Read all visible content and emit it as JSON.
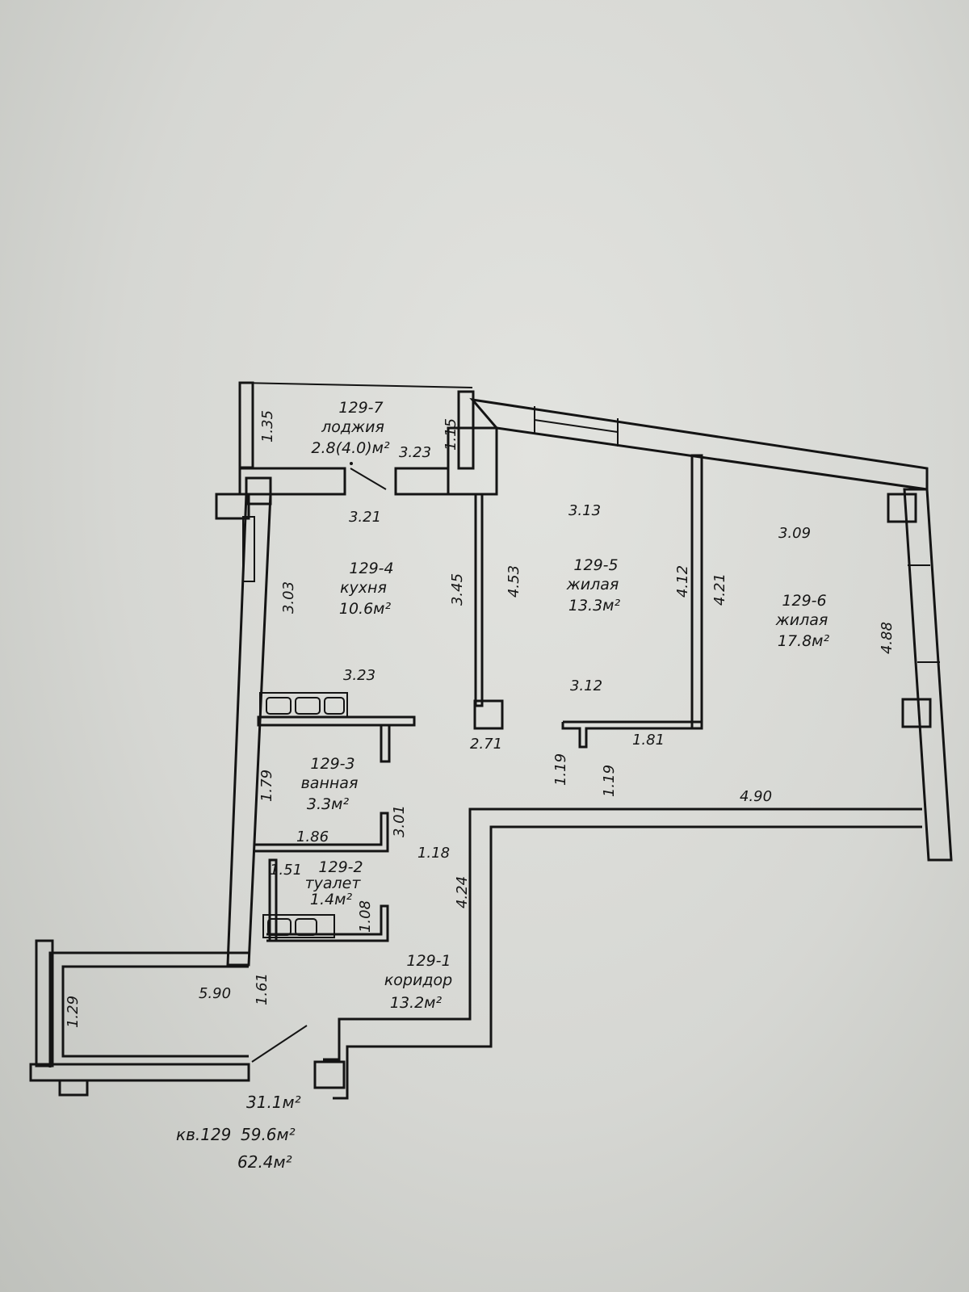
{
  "rooms": {
    "loggia": {
      "id": "129-7",
      "name": "лоджия",
      "area": "2.8(4.0)м²"
    },
    "kitchen": {
      "id": "129-4",
      "name": "кухня",
      "area": "10.6м²"
    },
    "living5": {
      "id": "129-5",
      "name": "жилая",
      "area": "13.3м²"
    },
    "living6": {
      "id": "129-6",
      "name": "жилая",
      "area": "17.8м²"
    },
    "bath": {
      "id": "129-3",
      "name": "ванная",
      "area": "3.3м²"
    },
    "toilet": {
      "id": "129-2",
      "name": "туалет",
      "area": "1.4м²"
    },
    "corridor": {
      "id": "129-1",
      "name": "коридор",
      "area": "13.2м²"
    }
  },
  "dims": {
    "loggia_h": "1.35",
    "loggia_w": "3.23",
    "loggia_side": "1.15",
    "kitchen_top": "3.21",
    "kitchen_left": "3.03",
    "kitchen_right": "3.45",
    "kitchen_bottom": "3.23",
    "r5_top": "3.13",
    "r5_left": "4.53",
    "r5_right": "4.12",
    "r5_bottom": "3.12",
    "r6_top": "3.09",
    "r6_left": "4.21",
    "r6_right": "4.88",
    "hall_a": "2.71",
    "hall_b": "1.81",
    "hall_c": "1.19",
    "hall_d": "1.19",
    "hall_e": "4.90",
    "bath_left": "1.79",
    "bath_right": "3.01",
    "bath_bottom": "1.86",
    "corr_a": "1.18",
    "corr_b": "4.24",
    "toilet_left": "1.51",
    "toilet_right": "1.08",
    "entry_w": "5.90",
    "entry_h": "1.29",
    "entry_d": "1.61"
  },
  "summary": {
    "area_living": "31.1м²",
    "apartment": "кв.129",
    "area_total": "59.6м²",
    "area_full": "62.4м²"
  }
}
